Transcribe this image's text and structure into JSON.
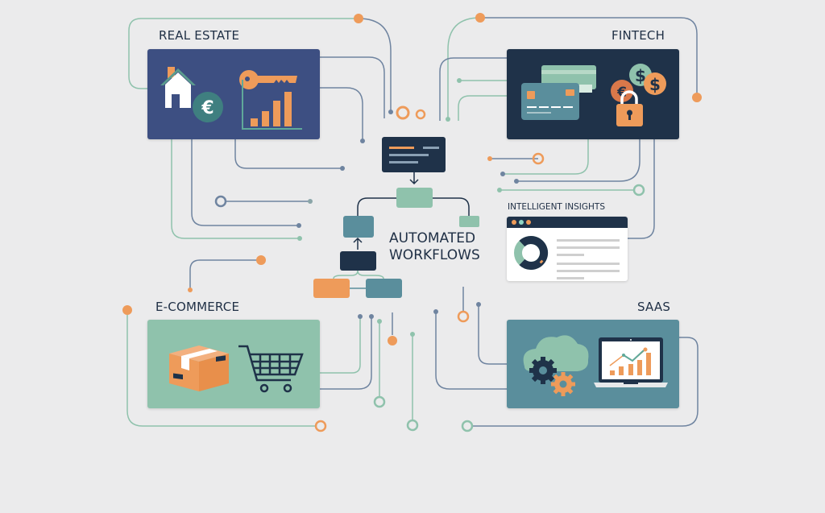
{
  "colors": {
    "background": "#ebebec",
    "navy": "#1f3249",
    "indigo": "#3d4f82",
    "teal": "#5a8e9c",
    "mint": "#8fc2ac",
    "orange": "#ee9b5a",
    "slate": "#6f84a0",
    "text": "#1f2f45"
  },
  "sectors": [
    {
      "id": "real-estate",
      "label": "REAL ESTATE",
      "icons": [
        "house-icon",
        "euro-coin-icon",
        "key-icon",
        "bar-chart-icon"
      ]
    },
    {
      "id": "fintech",
      "label": "FINTECH",
      "icons": [
        "credit-card-icon",
        "dollar-coin-icon",
        "euro-coin-icon",
        "padlock-icon"
      ]
    },
    {
      "id": "e-commerce",
      "label": "E-COMMERCE",
      "icons": [
        "package-box-icon",
        "shopping-cart-icon"
      ]
    },
    {
      "id": "saas",
      "label": "SAAS",
      "icons": [
        "cloud-gears-icon",
        "laptop-chart-icon"
      ]
    }
  ],
  "center": {
    "title_line1": "AUTOMATED",
    "title_line2": "WORKFLOWS"
  },
  "insights": {
    "label": "INTELLIGENT INSIGHTS"
  }
}
